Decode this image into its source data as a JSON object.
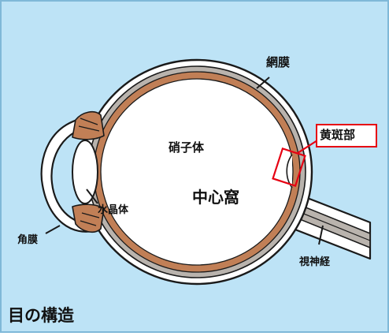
{
  "labels": {
    "retina": "網膜",
    "macula": "黄斑部",
    "vitreous": "硝子体",
    "fovea": "中心窩",
    "lens": "水晶体",
    "cornea": "角膜",
    "optic_nerve": "視神経"
  },
  "caption": "目の構造",
  "colors": {
    "background": "#bde3f6",
    "frame_border": "#7fb8d8",
    "outline": "#1a1a1a",
    "sclera": "#ffffff",
    "choroid": "#b9b3ad",
    "retina": "#c17f56",
    "vitreous": "#ffffff",
    "highlight_box": "#e60012"
  }
}
